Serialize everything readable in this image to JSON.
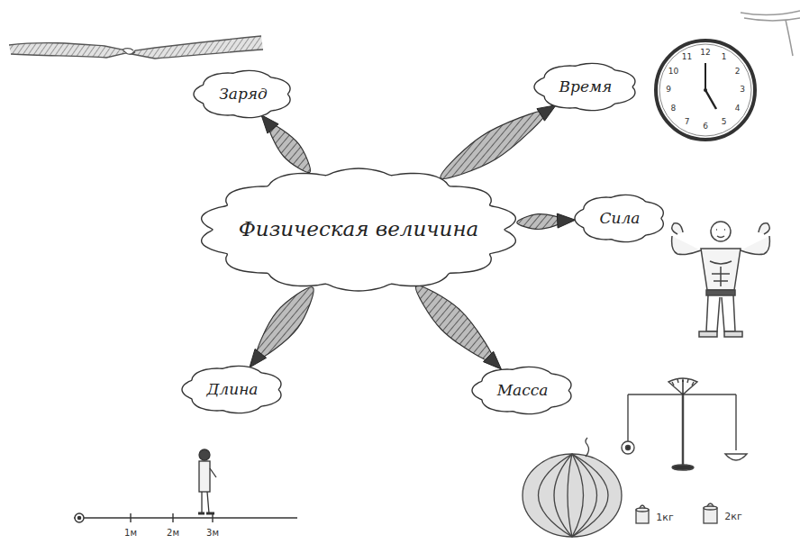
{
  "diagram": {
    "nodes": [
      {
        "text": [
          "Физическая величина"
        ]
      },
      {
        "text": [
          "Заряд"
        ]
      },
      {
        "text": [
          "Время"
        ]
      },
      {
        "text": [
          "Сила"
        ]
      },
      {
        "text": [
          "Масса"
        ]
      },
      {
        "text": [
          "Длина"
        ]
      }
    ],
    "edges": [
      {
        "from": 0,
        "to": 1,
        "arrow": "to"
      },
      {
        "from": 0,
        "to": 2,
        "arrow": "to"
      },
      {
        "from": 0,
        "to": 3,
        "arrow": "to"
      },
      {
        "from": 0,
        "to": 4,
        "arrow": "to"
      },
      {
        "from": 0,
        "to": 5,
        "arrow": "to"
      }
    ],
    "labels": [
      "12",
      "1",
      "2",
      "3",
      "4",
      "5",
      "6",
      "7",
      "8",
      "9",
      "10",
      "11",
      "1м",
      "2м",
      "3м",
      "1кг",
      "2кг"
    ]
  }
}
